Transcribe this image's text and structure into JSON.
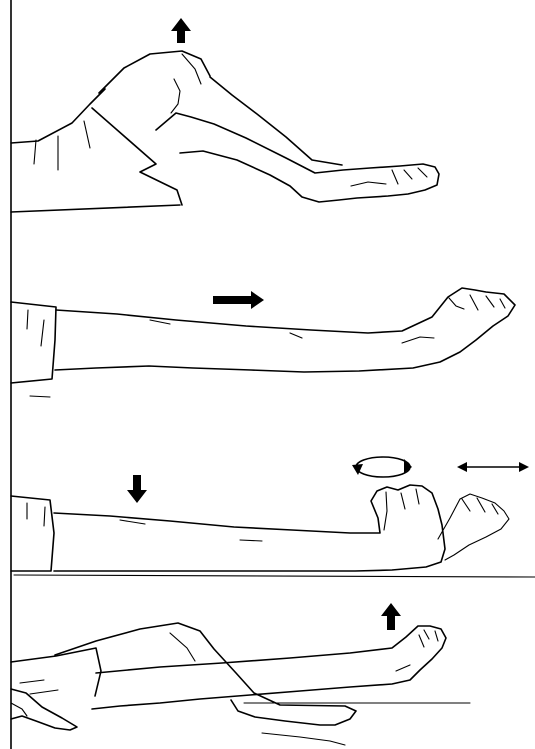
{
  "figure": {
    "panels": [
      {
        "name": "knee-bend-exercise",
        "arrow_icon": "up-arrow-icon"
      },
      {
        "name": "leg-slide-exercise",
        "arrow_icon": "right-arrow-icon"
      },
      {
        "name": "ankle-press-and-rotate-exercise",
        "arrow_icons": [
          "down-arrow-icon",
          "circular-rotation-arrow-icon",
          "double-headed-horizontal-arrow-icon"
        ]
      },
      {
        "name": "straight-leg-raise-exercise",
        "arrow_icon": "up-arrow-icon"
      }
    ],
    "colors": {
      "ink": "#000000",
      "paper": "#ffffff"
    }
  }
}
